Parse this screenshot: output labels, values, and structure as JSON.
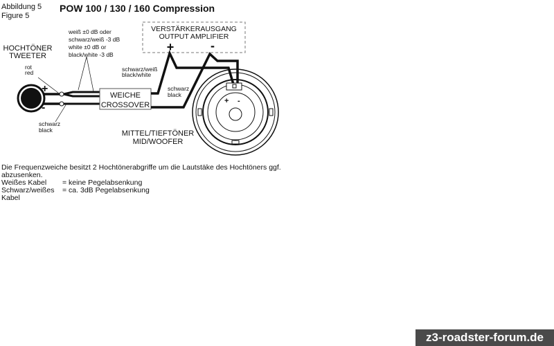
{
  "header": {
    "figure_de": "Abbildung 5",
    "figure_en": "Figure 5",
    "title": "POW 100 / 130 / 160 Compression"
  },
  "amplifier": {
    "label_de": "VERSTÄRKERAUSGANG",
    "label_en": "OUTPUT AMPLIFIER",
    "plus": "+",
    "minus": "-"
  },
  "tweeter": {
    "label_de": "HOCHTÖNER",
    "label_en": "TWEETER",
    "plus": "+",
    "minus": "-",
    "red_de": "rot",
    "red_en": "red",
    "black_de": "schwarz",
    "black_en": "black"
  },
  "tap_note": [
    "weiß ±0 dB oder",
    "schwarz/weiß -3 dB",
    "white ±0 dB or",
    "black/white -3 dB"
  ],
  "crossover": {
    "line1": "WEICHE",
    "line2": "CROSSOVER"
  },
  "wires": {
    "bw_de": "schwarz/weiß",
    "bw_en": "black/white",
    "b_de": "schwarz",
    "b_en": "black"
  },
  "woofer": {
    "label_de": "MITTEL/TIEFTÖNER",
    "label_en": "MID/WOOFER",
    "plus": "+",
    "minus": "-"
  },
  "description": {
    "text": "Die Frequenzweiche besitzt 2 Hochtönerabgriffe um die Lautstäke des Hochtöners ggf. abzusenken.",
    "rows": [
      {
        "key": "Weißes Kabel",
        "value": "= keine Pegelabsenkung"
      },
      {
        "key": "Schwarz/weißes Kabel",
        "value": "= ca. 3dB Pegelabsenkung"
      }
    ]
  },
  "watermark": "z3-roadster-forum.de"
}
